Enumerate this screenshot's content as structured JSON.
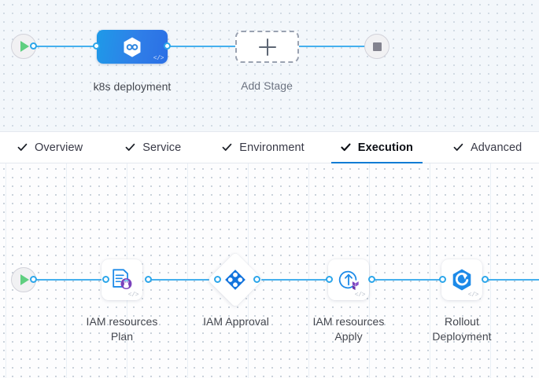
{
  "stage_canvas": {
    "start_node": {
      "icon": "play-icon",
      "title": "Start"
    },
    "end_node": {
      "icon": "stop-icon",
      "title": "End"
    },
    "stages": [
      {
        "id": "k8s-deployment",
        "label": "k8s deployment",
        "icon": "kubernetes-hexagon-icon",
        "code_badge": "</>",
        "selected": true
      }
    ],
    "add_stage": {
      "label": "Add Stage",
      "icon": "plus-icon"
    }
  },
  "tabs": {
    "check_icon": "check-icon",
    "active": "Execution",
    "items": [
      {
        "label": "Overview",
        "checked": true,
        "active": false
      },
      {
        "label": "Service",
        "checked": true,
        "active": false
      },
      {
        "label": "Environment",
        "checked": true,
        "active": false
      },
      {
        "label": "Execution",
        "checked": true,
        "active": true
      },
      {
        "label": "Advanced",
        "checked": true,
        "active": false
      }
    ]
  },
  "execution_canvas": {
    "start_node": {
      "icon": "play-icon",
      "title": "Start"
    },
    "steps": [
      {
        "id": "iam-resources-plan",
        "label_line1": "IAM resources",
        "label_line2": "Plan",
        "icon": "terraform-plan-document-icon",
        "code_badge": "</>",
        "shape": "square"
      },
      {
        "id": "iam-approval",
        "label_line1": "IAM Approval",
        "label_line2": "",
        "icon": "harness-approval-diamond-icon",
        "code_badge": "",
        "shape": "diamond"
      },
      {
        "id": "iam-resources-apply",
        "label_line1": "IAM resources",
        "label_line2": "Apply",
        "icon": "terraform-apply-icon",
        "code_badge": "</>",
        "shape": "square"
      },
      {
        "id": "rollout-deployment",
        "label_line1": "Rollout",
        "label_line2": "Deployment",
        "icon": "rollout-hexagon-icon",
        "code_badge": "</>",
        "shape": "square"
      }
    ]
  },
  "colors": {
    "wire": "#45b0ee",
    "joint_stroke": "#2ca6ea",
    "accent_blue": "#0b7cd4",
    "stage_gradient_from": "#1e9ae8",
    "stage_gradient_to": "#2b6fe5",
    "icon_blue": "#1d8ae8",
    "icon_purple": "#7b42bc",
    "start_green": "#5fcf80",
    "stop_grey": "#83838f",
    "stage_canvas_bg": "#f3f7fb",
    "exec_canvas_bg": "#fdfdfe"
  }
}
